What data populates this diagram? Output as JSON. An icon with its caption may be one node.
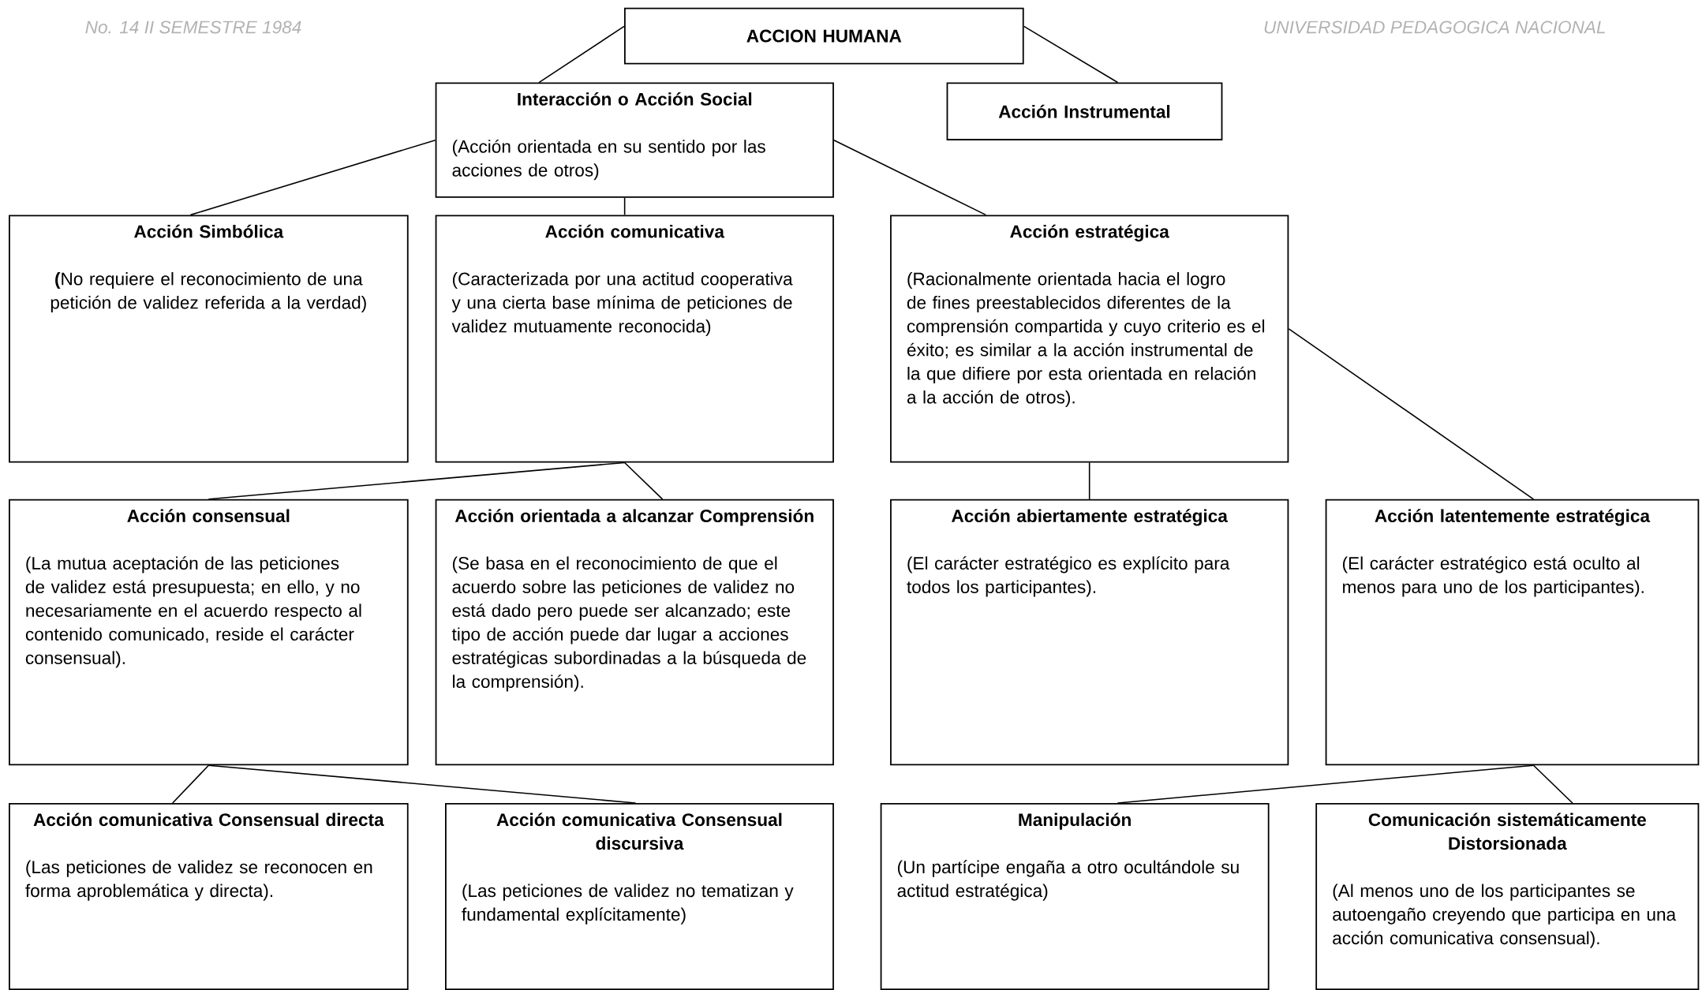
{
  "diagram": {
    "nodes": [
      {
        "text": [
          "ACCION HUMANA"
        ]
      },
      {
        "text": [
          "Interacción o Acción Social",
          "(Acción orientada en su sentido por las acciones de otros)"
        ]
      },
      {
        "text": [
          "Acción Instrumental"
        ]
      },
      {
        "text": [
          "Acción Simbólica",
          "**(**No requiere el reconocimiento de una petición de validez referida a la verdad)"
        ]
      },
      {
        "text": [
          "Acción comunicativa",
          "(Caracterizada por una actitud cooperativa y una cierta base mínima de peticiones de validez mutuamente reconocida)"
        ]
      },
      {
        "text": [
          "Acción estratégica",
          "(Racionalmente orientada hacia el logro de fines preestablecidos diferentes de la comprensión compartida y cuyo criterio es el éxito; es similar a la acción instrumental de la que difiere por esta orientada en relación a la acción de otros)."
        ]
      },
      {
        "text": [
          "Acción consensual",
          "(La mutua aceptación de las peticiones de validez está presupuesta; en ello, y no necesariamente en el acuerdo respecto al contenido comunicado, reside el carácter consensual)."
        ]
      },
      {
        "text": [
          "Acción orientada a alcanzar Comprensión",
          "(Se basa en el reconocimiento de que el acuerdo sobre las peticiones de validez no está dado pero puede ser alcanzado; este tipo de acción puede dar lugar a acciones estratégicas subordinadas a la búsqueda de la comprensión)."
        ]
      },
      {
        "text": [
          "Acción abiertamente estratégica",
          "(El carácter estratégico es explícito para todos los participantes)."
        ]
      },
      {
        "text": [
          "Acción latentemente estratégica",
          "(El carácter estratégico está oculto al menos para uno de los participantes)."
        ]
      },
      {
        "text": [
          "Acción comunicativa Consensual directa",
          "(Las peticiones de validez se reconocen en forma aproblemática y directa)."
        ]
      },
      {
        "text": [
          "Acción comunicativa Consensual discursiva",
          "(Las peticiones de validez no tematizan y fundamental explícitamente)"
        ]
      },
      {
        "text": [
          "Manipulación",
          "(Un partícipe engaña a otro ocultándole su actitud estratégica)"
        ]
      },
      {
        "text": [
          "Comunicación sistemáticamente Distorsionada",
          "(Al menos uno de los participantes se autoengaño creyendo que participa en una acción comunicativa consensual)."
        ]
      }
    ],
    "edges": [
      {
        "from": 0,
        "to": 1,
        "arrow": "none"
      },
      {
        "from": 0,
        "to": 2,
        "arrow": "none"
      },
      {
        "from": 1,
        "to": 3,
        "arrow": "none"
      },
      {
        "from": 1,
        "to": 4,
        "arrow": "none"
      },
      {
        "from": 1,
        "to": 5,
        "arrow": "none"
      },
      {
        "from": 4,
        "to": 6,
        "arrow": "none"
      },
      {
        "from": 4,
        "to": 7,
        "arrow": "none"
      },
      {
        "from": 5,
        "to": 8,
        "arrow": "none"
      },
      {
        "from": 5,
        "to": 9,
        "arrow": "none"
      },
      {
        "from": 6,
        "to": 10,
        "arrow": "none"
      },
      {
        "from": 6,
        "to": 11,
        "arrow": "none"
      },
      {
        "from": 9,
        "to": 12,
        "arrow": "none"
      },
      {
        "from": 9,
        "to": 13,
        "arrow": "none"
      }
    ],
    "labels": [
      "No. 14  II SEMESTRE 1984",
      "UNIVERSIDAD PEDAGOGICA NACIONAL"
    ]
  }
}
